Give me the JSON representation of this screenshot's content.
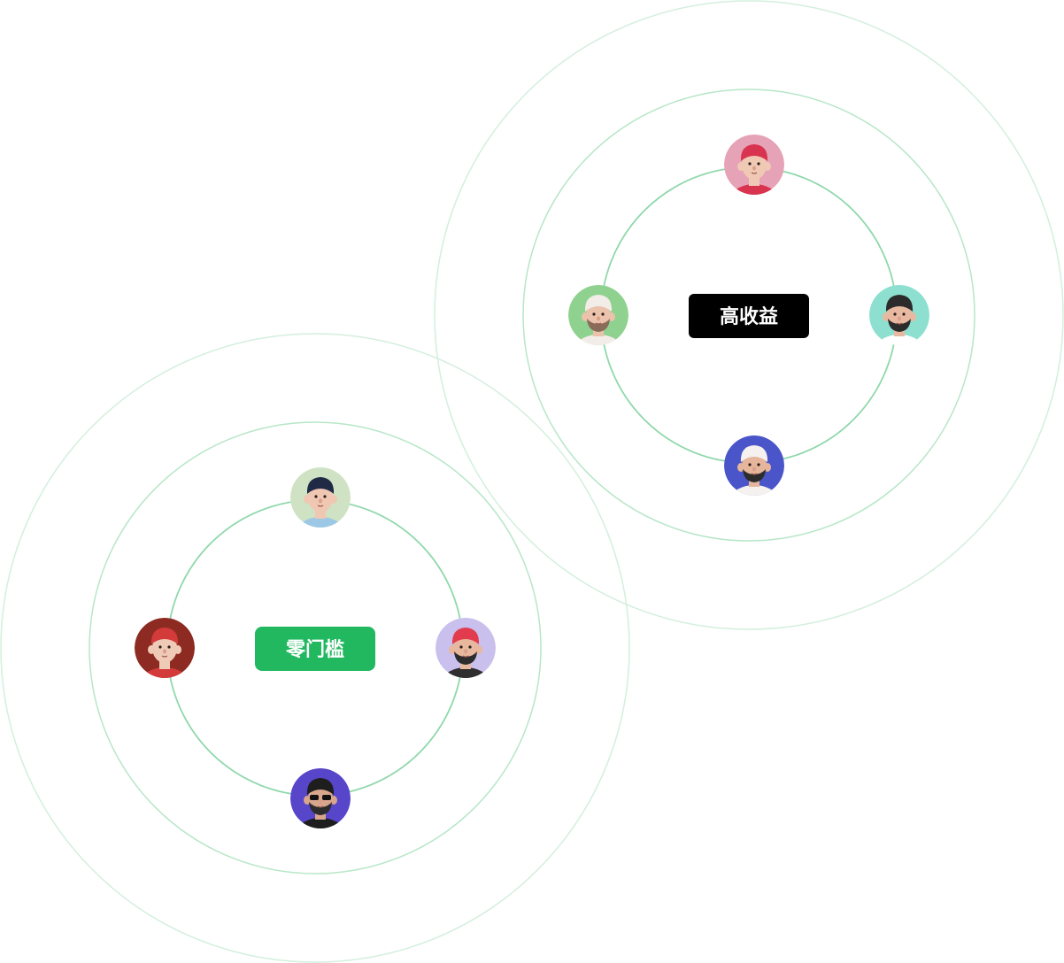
{
  "clusters": [
    {
      "id": "high-return",
      "label": "高收益",
      "label_bg": "#000000",
      "avatars": [
        {
          "name": "avatar-red-cap-man",
          "bg": "#e6a3b8",
          "hat": "#d8344f",
          "skin": "#f0c9b5",
          "hair": "#d8344f",
          "beard": "none",
          "shirt": "#d8344f"
        },
        {
          "name": "avatar-headscarf-man-green",
          "bg": "#8fd28f",
          "hat": "#f2ede8",
          "skin": "#ebc2ab",
          "hair": "#f2ede8",
          "beard": "light",
          "shirt": "#f2ede8"
        },
        {
          "name": "avatar-bearded-man-teal",
          "bg": "#8de0cf",
          "hat": "#2b2b2b",
          "skin": "#e8b9a0",
          "hair": "#2b2b2b",
          "beard": "dark",
          "shirt": "#ffffff"
        },
        {
          "name": "avatar-headscarf-man-blue",
          "bg": "#4a55c9",
          "hat": "#f4f1ee",
          "skin": "#e5b59c",
          "hair": "#f4f1ee",
          "beard": "dark",
          "shirt": "#f4f1ee"
        }
      ]
    },
    {
      "id": "zero-threshold",
      "label": "零门槛",
      "label_bg": "#22b85f",
      "avatars": [
        {
          "name": "avatar-beanie-boy",
          "bg": "#cfe3c4",
          "hat": "#1f2a44",
          "skin": "#efc7b3",
          "hair": "#1f2a44",
          "beard": "none",
          "shirt": "#9cc8e6"
        },
        {
          "name": "avatar-red-cap-boy",
          "bg": "#8d2a22",
          "hat": "#d33b3b",
          "skin": "#efcbb7",
          "hair": "#d33b3b",
          "beard": "none",
          "shirt": "#d33b3b"
        },
        {
          "name": "avatar-headband-man",
          "bg": "#c9c0ee",
          "hat": "#e23b4e",
          "skin": "#e7b79e",
          "hair": "#2f2f2f",
          "beard": "dark",
          "shirt": "#2f2f2f"
        },
        {
          "name": "avatar-sunglasses-man",
          "bg": "#5746c9",
          "hat": "#1e1e1e",
          "skin": "#d9a58c",
          "hair": "#1e1e1e",
          "beard": "dark",
          "shirt": "#1e1e1e",
          "glasses": true
        }
      ]
    }
  ],
  "colors": {
    "ring_inner": "#8fd8ab",
    "ring_middle": "#b7e6c8",
    "ring_outer": "#d3efdd"
  }
}
